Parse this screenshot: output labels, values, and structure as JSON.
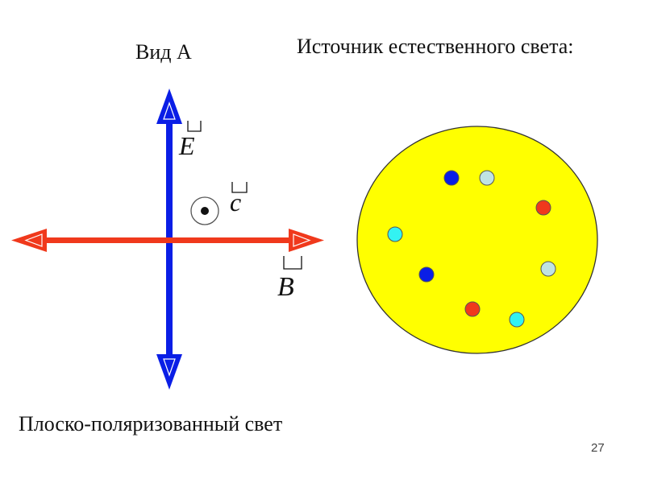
{
  "titles": {
    "view": "Вид А",
    "source": "Источник естественного света:",
    "caption": "Плоско-поляризованный свет"
  },
  "vectors": {
    "e_label": "E",
    "c_label": "c",
    "b_label": "B"
  },
  "page_number": "27",
  "colors": {
    "e_vector": "#0a1ee6",
    "b_vector": "#f0391c",
    "source_disk": "#ffff00",
    "dot_blue": "#0a1ee6",
    "dot_red": "#f0391c",
    "dot_cyan": "#33f2f2",
    "dot_lightblue": "#bfe3e3"
  },
  "source_dots": [
    "blue",
    "lightblue",
    "red",
    "cyan",
    "lightblue",
    "blue",
    "red",
    "cyan"
  ]
}
